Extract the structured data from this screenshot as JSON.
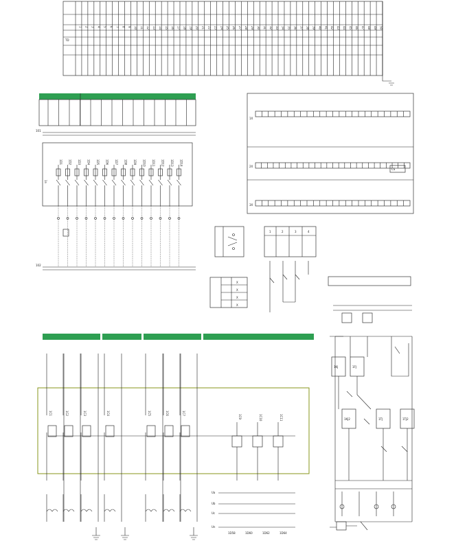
{
  "terminal_table": {
    "id": "TD",
    "header_numbers": [
      "1",
      "2",
      "3",
      "4",
      "5",
      "6",
      "7",
      "8",
      "9",
      "10",
      "11",
      "12",
      "13",
      "14",
      "15",
      "16",
      "17",
      "18",
      "19",
      "20",
      "21",
      "22",
      "23",
      "24",
      "25",
      "26",
      "27",
      "28",
      "29",
      "30",
      "31",
      "32",
      "33",
      "34",
      "35",
      "36",
      "37",
      "38",
      "39",
      "40",
      "41",
      "42",
      "43",
      "44",
      "45",
      "46",
      "47",
      "48",
      "49",
      "50"
    ]
  },
  "led_panel": {
    "headers": [
      "",
      ""
    ],
    "row_top_id": "1X",
    "row_mid_id": "2X",
    "row_bot_id": "3X",
    "module_label": "CS"
  },
  "input_module": {
    "supply_plus": "101",
    "supply_minus": "102",
    "common_label": "1n",
    "channels": [
      "1D1",
      "1D2",
      "1D3",
      "1D4",
      "1D5",
      "1D6",
      "1D7",
      "1D8",
      "1D9",
      "1D10",
      "1D11",
      "1D12",
      "1D13",
      "1D14"
    ]
  },
  "switch_table_a": {
    "labels": [
      "1",
      "2",
      "3",
      "4"
    ]
  },
  "switch_table_b": {
    "labels": [
      "X",
      "X",
      "X",
      "X"
    ]
  },
  "bottom_headers": [
    "",
    "",
    "",
    ""
  ],
  "ct_labels": [
    "1C1",
    "1C2",
    "1C3",
    "1C4",
    "1C5",
    "1C6",
    "1C7"
  ],
  "vt_labels": [
    "Ua",
    "Ub",
    "Uc",
    "Un"
  ],
  "vt_channels": [
    "1C9",
    "1C10",
    "1C11"
  ],
  "relay_labels": [
    "1KJ",
    "1FJ",
    "1KJ2",
    "1TJ",
    "1TJ2"
  ],
  "bottom_terminals": [
    "1D58",
    "1D60",
    "1D62",
    "1D64"
  ]
}
